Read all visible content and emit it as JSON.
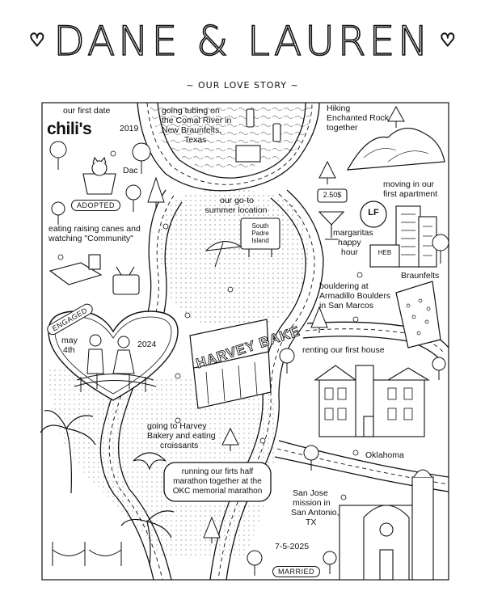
{
  "header": {
    "title": "DANE & LAUREN",
    "subtitle": "~ OUR LOVE STORY ~",
    "heart": "♡"
  },
  "labels": {
    "first_date": "our first date",
    "chilis": "chili's",
    "year_2019": "2019",
    "dac": "Dac",
    "adopted": "ADOPTED",
    "tubing_line1": "going tubing on",
    "tubing_line2": "the Comal River in",
    "tubing_line3": "New Braunfelts,",
    "tubing_line4": "Texas",
    "hiking_line1": "Hiking",
    "hiking_line2": "Enchanted Rock",
    "hiking_line3": "together",
    "moving_line1": "moving in our",
    "moving_line2": "first apartment",
    "summer_line1": "our go-to",
    "summer_line2": "summer location",
    "spi_line1": "South",
    "spi_line2": "Padre",
    "spi_line3": "Island",
    "price": "2.50$",
    "lf": "LF",
    "margaritas_line1": "margaritas",
    "margaritas_line2": "happy",
    "margaritas_line3": "hour",
    "heb": "HEB",
    "braunfelts": "Braunfelts",
    "canes_line1": "eating raising canes and",
    "canes_line2": "watching \"Community\"",
    "engaged": "ENGAGED",
    "may": "may",
    "day": "4th",
    "year_2024": "2024",
    "bouldering_line1": "bouldering at",
    "bouldering_line2": "Armadillo Boulders",
    "bouldering_line3": "in San Marcos",
    "bakery_sign": "HARVEY BAKE",
    "renting": "renting our first house",
    "harvey_line1": "going to Harvey",
    "harvey_line2": "Bakery and eating",
    "harvey_line3": "croissants",
    "oklahoma": "Oklahoma",
    "marathon_line1": "running our firts half",
    "marathon_line2": "marathon together at the",
    "marathon_line3": "OKC memorial marathon",
    "sanjose_line1": "San Jose",
    "sanjose_line2": "mission in",
    "sanjose_line3": "San Antonio,",
    "sanjose_line4": "TX",
    "date_married": "7-5-2025",
    "married": "MARRIED"
  }
}
